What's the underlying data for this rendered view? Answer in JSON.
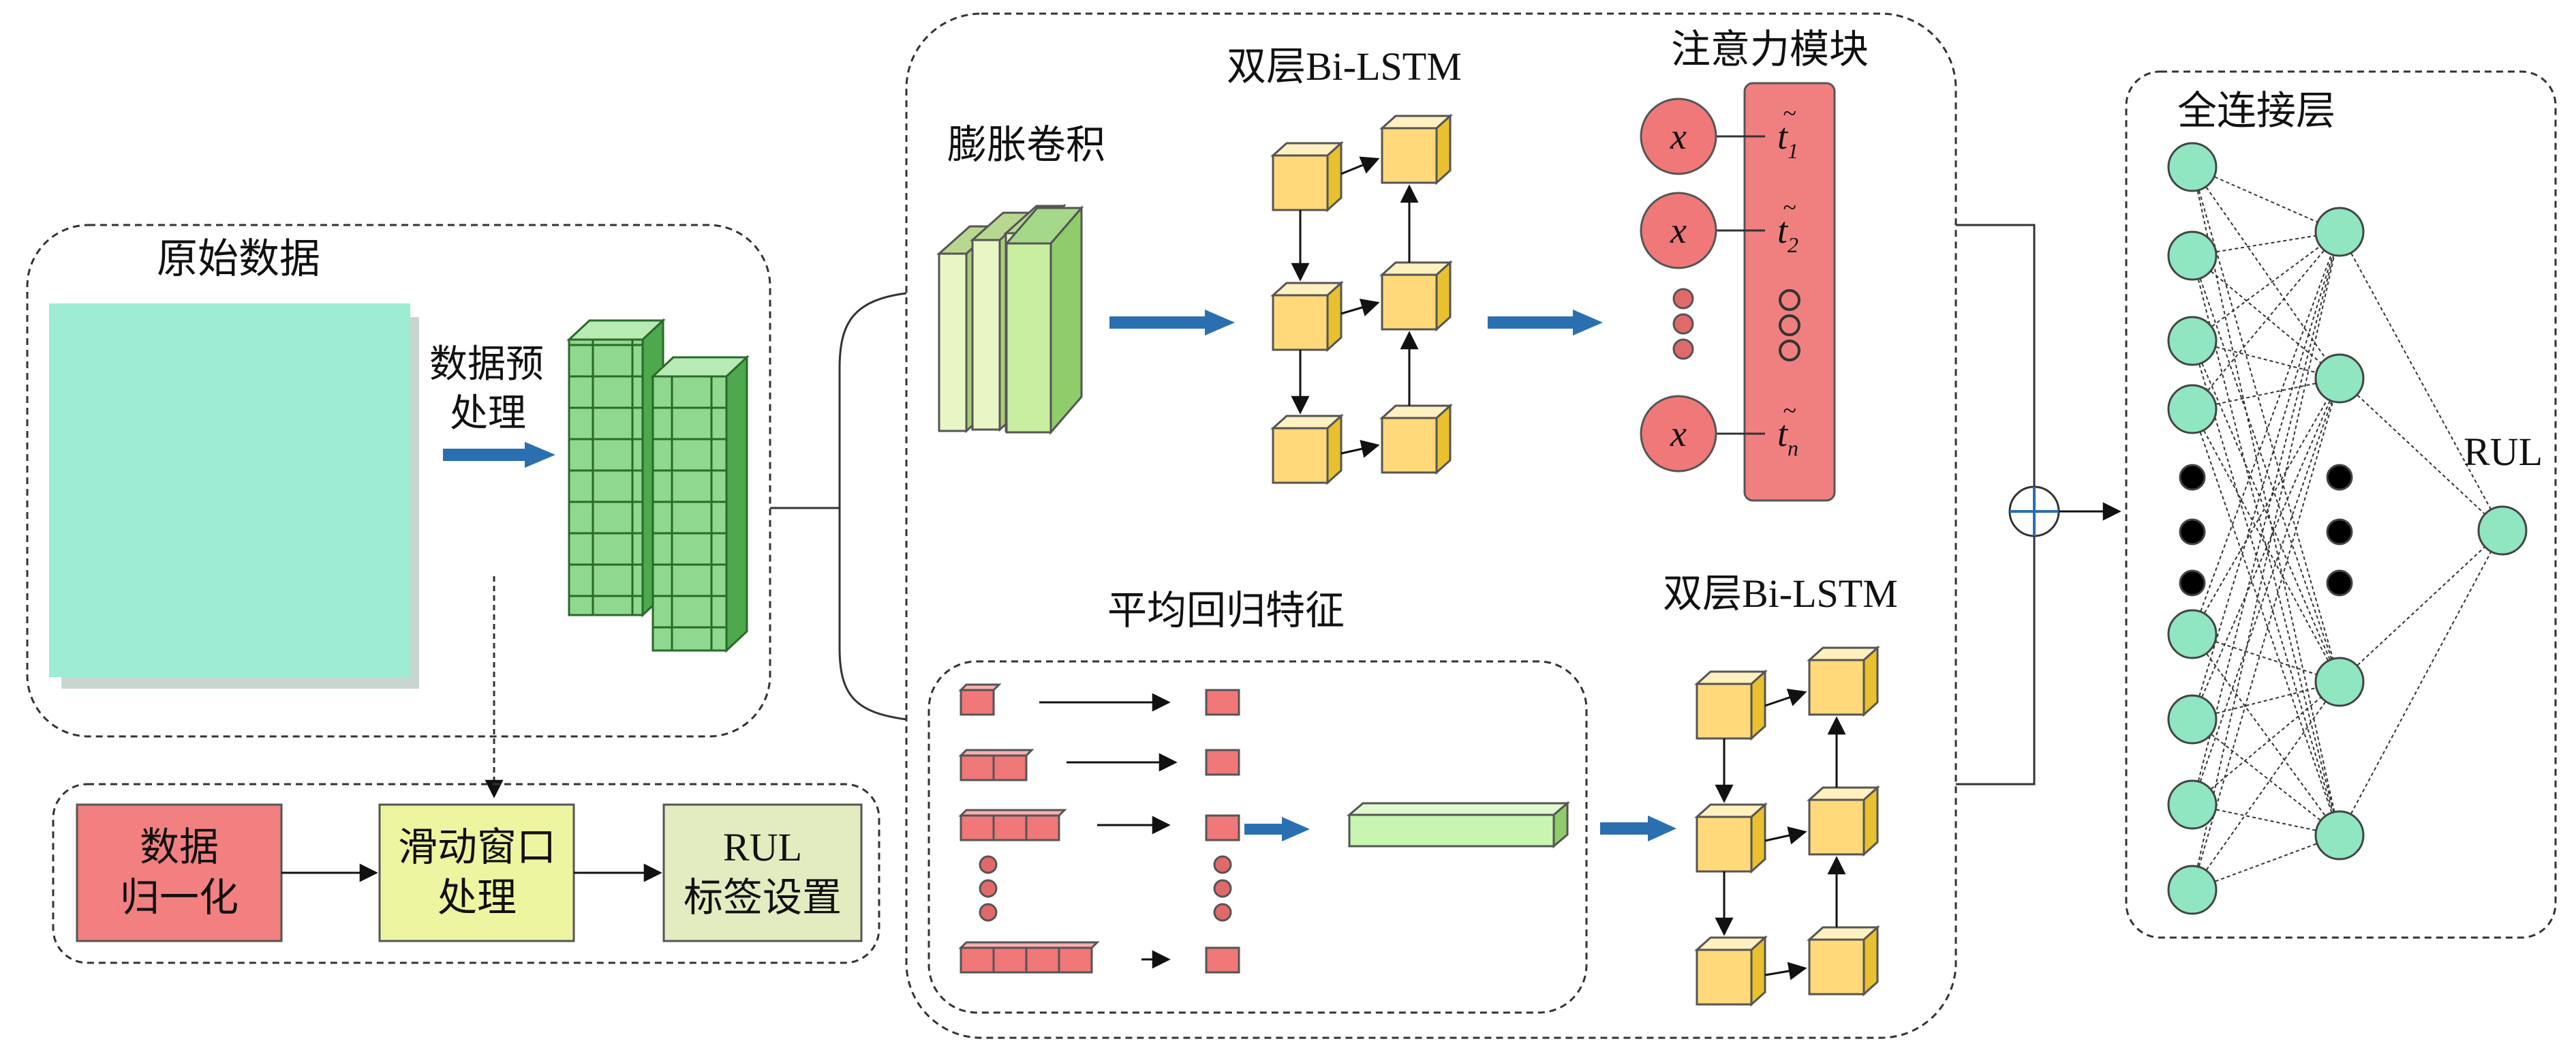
{
  "labels": {
    "raw_data": "原始数据",
    "preprocess_line1": "数据预",
    "preprocess_line2": "处理",
    "dilated_conv": "膨胀卷积",
    "bilstm_top": "双层Bi-LSTM",
    "attention": "注意力模块",
    "avg_regression": "平均回归特征",
    "bilstm_bottom": "双层Bi-LSTM",
    "fully_connected": "全连接层",
    "rul_output": "RUL"
  },
  "attention": {
    "x_symbol": "x",
    "t_symbol": "t",
    "t_subscripts": [
      "1",
      "2",
      "n"
    ]
  },
  "pipeline": {
    "normalize_line1": "数据",
    "normalize_line2": "归一化",
    "sliding_line1": "滑动窗口",
    "sliding_line2": "处理",
    "rul_label_line1": "RUL",
    "rul_label_line2": "标签设置"
  },
  "colors": {
    "raw_block": "#9eecd4",
    "green_cube": "#8fd88f",
    "conv_slab": "#c8eea0",
    "yellow_cube": "#ffd97a",
    "red": "#f07878",
    "attention_bar": "#f08080",
    "normalize_box": "#f28080",
    "sliding_box": "#eef5a0",
    "rul_label_box": "#e3ecc0",
    "fc_node": "#8fe6c0",
    "arrow_blue": "#2a6fb0",
    "feature_bar": "#c8f5b0"
  }
}
